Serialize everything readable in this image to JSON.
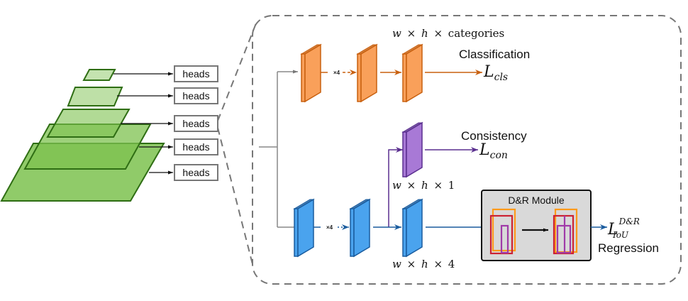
{
  "pyramid": {
    "head_label": "heads",
    "levels": 5
  },
  "colors": {
    "pyramid_fill": "#7dc24f",
    "pyramid_stroke": "#2f6e14",
    "classification": "#f9a05a",
    "classification_edge": "#c8600f",
    "consistency": "#a879d6",
    "consistency_edge": "#5a2f8f",
    "regression": "#4aa3ee",
    "regression_edge": "#1a5c9e",
    "module_bg": "#d9d9d9",
    "dashed_border": "#777777",
    "box_red": "#cc2233",
    "box_orange": "#ff9a1a",
    "box_purple": "#a03aa8"
  },
  "branches": {
    "classification": {
      "repeat_label": "×4",
      "shape_label_w": "w",
      "shape_label_h": "h",
      "shape_label_times": "×",
      "shape_label_c": "categories",
      "task_label": "Classification",
      "loss_main": "L",
      "loss_sub": "cls"
    },
    "consistency": {
      "shape_label_w": "w",
      "shape_label_h": "h",
      "shape_label_times": "×",
      "shape_label_c": "1",
      "task_label": "Consistency",
      "loss_main": "L",
      "loss_sub": "con"
    },
    "regression": {
      "repeat_label": "×4",
      "shape_label_w": "w",
      "shape_label_h": "h",
      "shape_label_times": "×",
      "shape_label_c": "4",
      "task_label": "Regression",
      "loss_main": "L",
      "loss_sub": "IoU",
      "loss_sup": "D&R"
    }
  },
  "module": {
    "title": "D&R Module"
  }
}
